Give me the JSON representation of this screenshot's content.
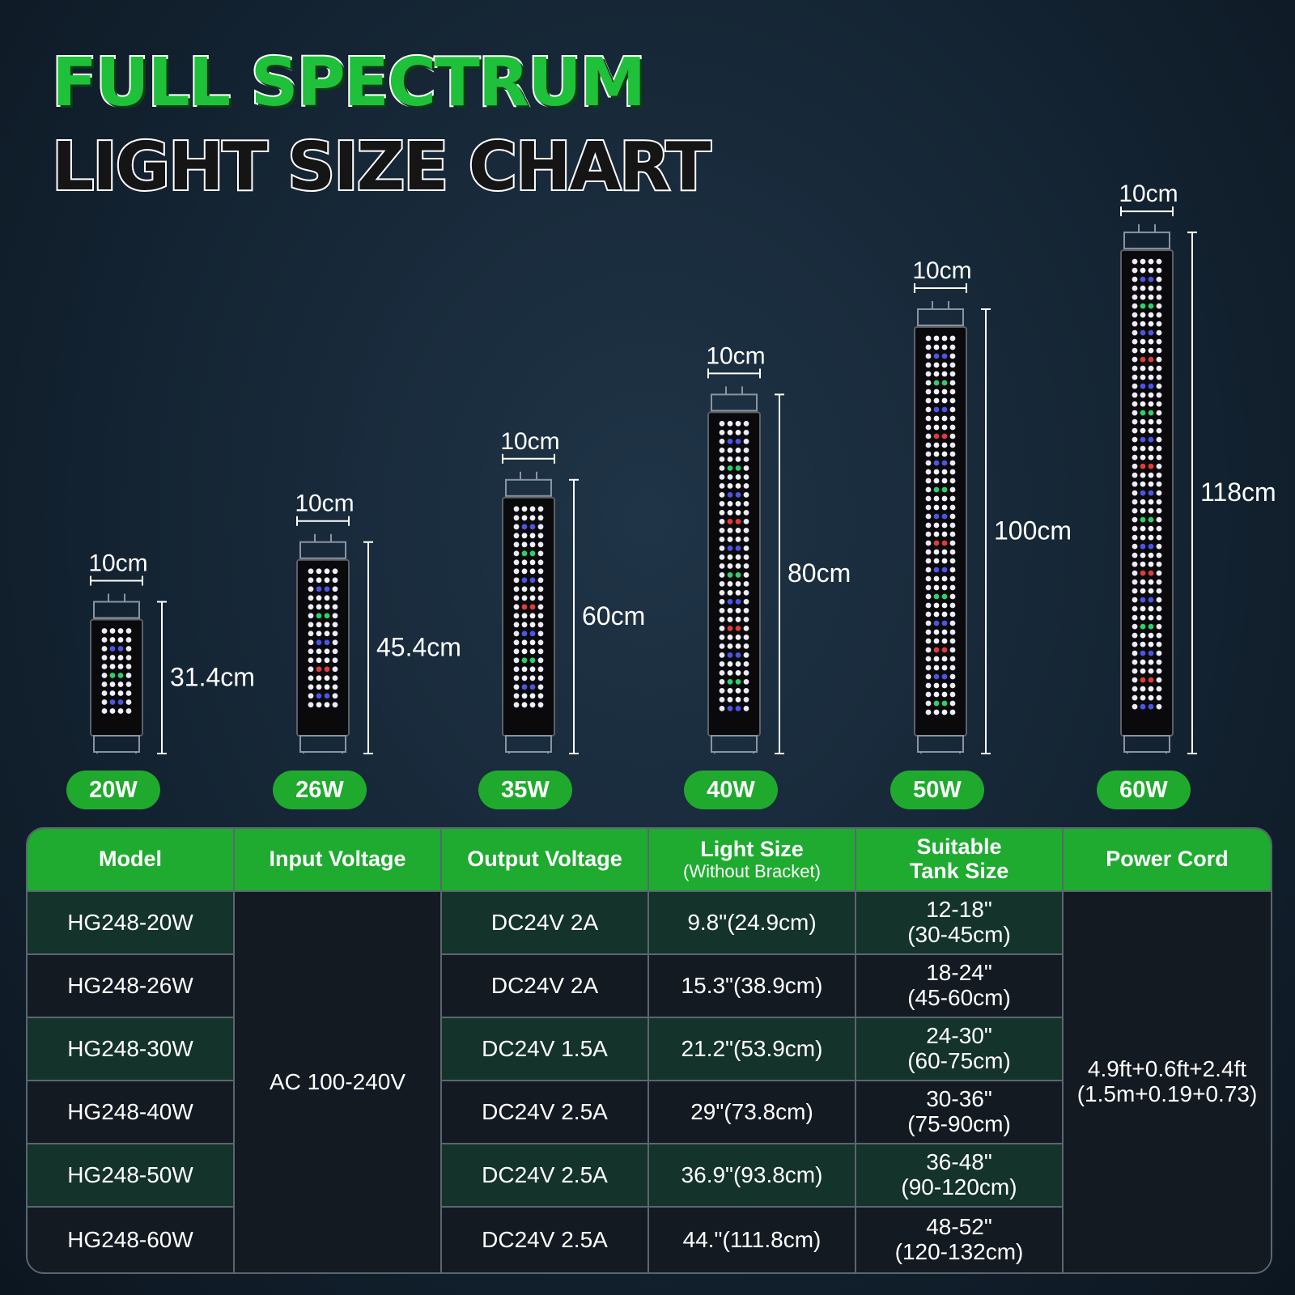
{
  "title": {
    "line1": "FULL SPECTRUM",
    "line2": "LIGHT SIZE CHART"
  },
  "colors": {
    "accent": "#1fad2e",
    "background": "#142433",
    "row_highlight": "#14332a",
    "led_red": "#e23b3b",
    "led_green": "#2fd06b",
    "led_blue": "#4a55e8"
  },
  "lights": [
    {
      "wattage": "20W",
      "width_label": "10cm",
      "length_label": "31.4cm",
      "length_cm": 31.4
    },
    {
      "wattage": "26W",
      "width_label": "10cm",
      "length_label": "45.4cm",
      "length_cm": 45.4
    },
    {
      "wattage": "35W",
      "width_label": "10cm",
      "length_label": "60cm",
      "length_cm": 60
    },
    {
      "wattage": "40W",
      "width_label": "10cm",
      "length_label": "80cm",
      "length_cm": 80
    },
    {
      "wattage": "50W",
      "width_label": "10cm",
      "length_label": "100cm",
      "length_cm": 100
    },
    {
      "wattage": "60W",
      "width_label": "10cm",
      "length_label": "118cm",
      "length_cm": 118
    }
  ],
  "table": {
    "headers": {
      "model": "Model",
      "input_voltage": "Input Voltage",
      "output_voltage": "Output Voltage",
      "light_size": "Light Size",
      "light_size_note": "(Without Bracket)",
      "tank_size_l1": "Suitable",
      "tank_size_l2": "Tank Size",
      "power_cord": "Power Cord"
    },
    "input_voltage": "AC 100-240V",
    "power_cord": {
      "line1": "4.9ft+0.6ft+2.4ft",
      "line2": "(1.5m+0.19+0.73)"
    },
    "rows": [
      {
        "model": "HG248-20W",
        "output": "DC24V 2A",
        "size": "9.8\"(24.9cm)",
        "tank1": "12-18\"",
        "tank2": "(30-45cm)"
      },
      {
        "model": "HG248-26W",
        "output": "DC24V 2A",
        "size": "15.3\"(38.9cm)",
        "tank1": "18-24\"",
        "tank2": "(45-60cm)"
      },
      {
        "model": "HG248-30W",
        "output": "DC24V 1.5A",
        "size": "21.2\"(53.9cm)",
        "tank1": "24-30\"",
        "tank2": "(60-75cm)"
      },
      {
        "model": "HG248-40W",
        "output": "DC24V 2.5A",
        "size": "29\"(73.8cm)",
        "tank1": "30-36\"",
        "tank2": "(75-90cm)"
      },
      {
        "model": "HG248-50W",
        "output": "DC24V 2.5A",
        "size": "36.9\"(93.8cm)",
        "tank1": "36-48\"",
        "tank2": "(90-120cm)"
      },
      {
        "model": "HG248-60W",
        "output": "DC24V 2.5A",
        "size": "44.\"(111.8cm)",
        "tank1": "48-52\"",
        "tank2": "(120-132cm)"
      }
    ]
  }
}
